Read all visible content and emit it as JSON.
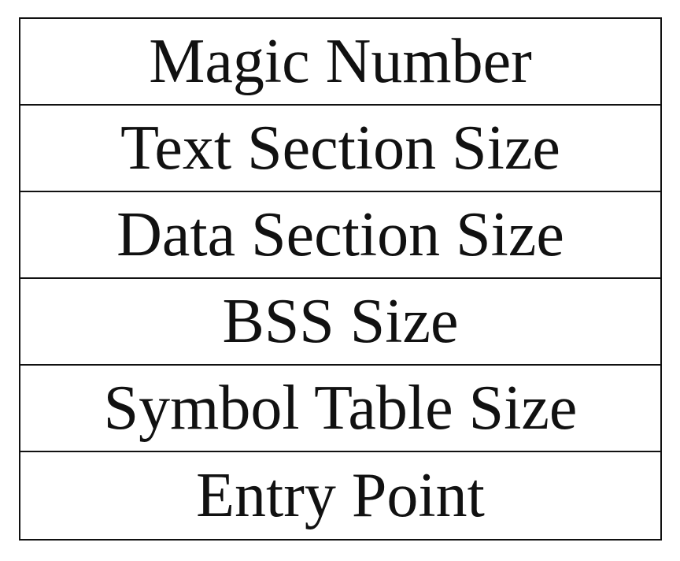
{
  "fields": [
    {
      "label": "Magic Number"
    },
    {
      "label": "Text Section Size"
    },
    {
      "label": "Data Section Size"
    },
    {
      "label": "BSS Size"
    },
    {
      "label": "Symbol Table Size"
    },
    {
      "label": "Entry Point"
    }
  ]
}
